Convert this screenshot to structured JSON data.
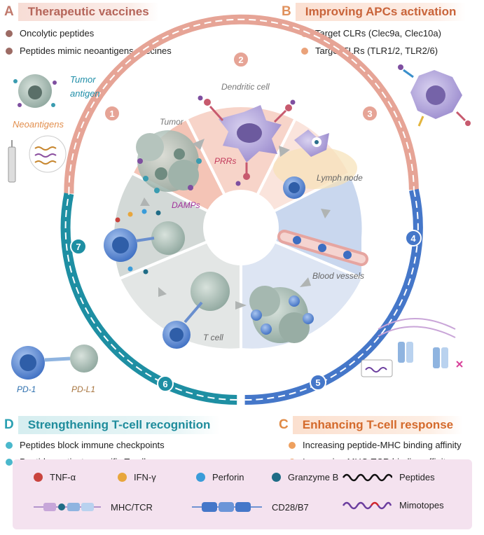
{
  "colors": {
    "pink": "#e29a8a",
    "blue": "#3f6fc3",
    "teal": "#1a8ea0",
    "orange": "#e8985d"
  },
  "sections": {
    "A": {
      "letter": "A",
      "title": "Therapeutic vaccines",
      "bullets": [
        "Oncolytic peptides",
        "Peptides mimic neoantigens vaccines"
      ]
    },
    "B": {
      "letter": "B",
      "title": "Improving APCs activation",
      "bullets": [
        "Target CLRs (Clec9a, Clec10a)",
        "Target TLRs (TLR1/2, TLR2/6)"
      ]
    },
    "C": {
      "letter": "C",
      "title": "Enhancing T-cell response",
      "bullets": [
        "Increasing peptide-MHC binding affinity",
        "Increasing MHC-TCR binding affinity"
      ]
    },
    "D": {
      "letter": "D",
      "title": "Strengthening T-cell recognition",
      "bullets": [
        "Peptides block immune checkpoints",
        "Peptides activate specific T cells"
      ]
    }
  },
  "labels": {
    "tumor_antigen_1": "Tumor",
    "tumor_antigen_2": "antigen",
    "neoantigens": "Neoantigens",
    "tumor": "Tumor",
    "dendritic_cell": "Dendritic cell",
    "prrs": "PRRs",
    "damps": "DAMPs",
    "lymph_node": "Lymph node",
    "blood_vessels": "Blood vessels",
    "t_cell": "T cell",
    "pd1": "PD-1",
    "pdl1": "PD-L1"
  },
  "steps": [
    "1",
    "2",
    "3",
    "4",
    "5",
    "6",
    "7"
  ],
  "legend": {
    "tnf": "TNF-α",
    "ifn": "IFN-γ",
    "perforin": "Perforin",
    "granzyme": "Granzyme B",
    "peptides": "Peptides",
    "mhc_tcr": "MHC/TCR",
    "cd28": "CD28/B7",
    "mimotopes": "Mimotopes"
  }
}
